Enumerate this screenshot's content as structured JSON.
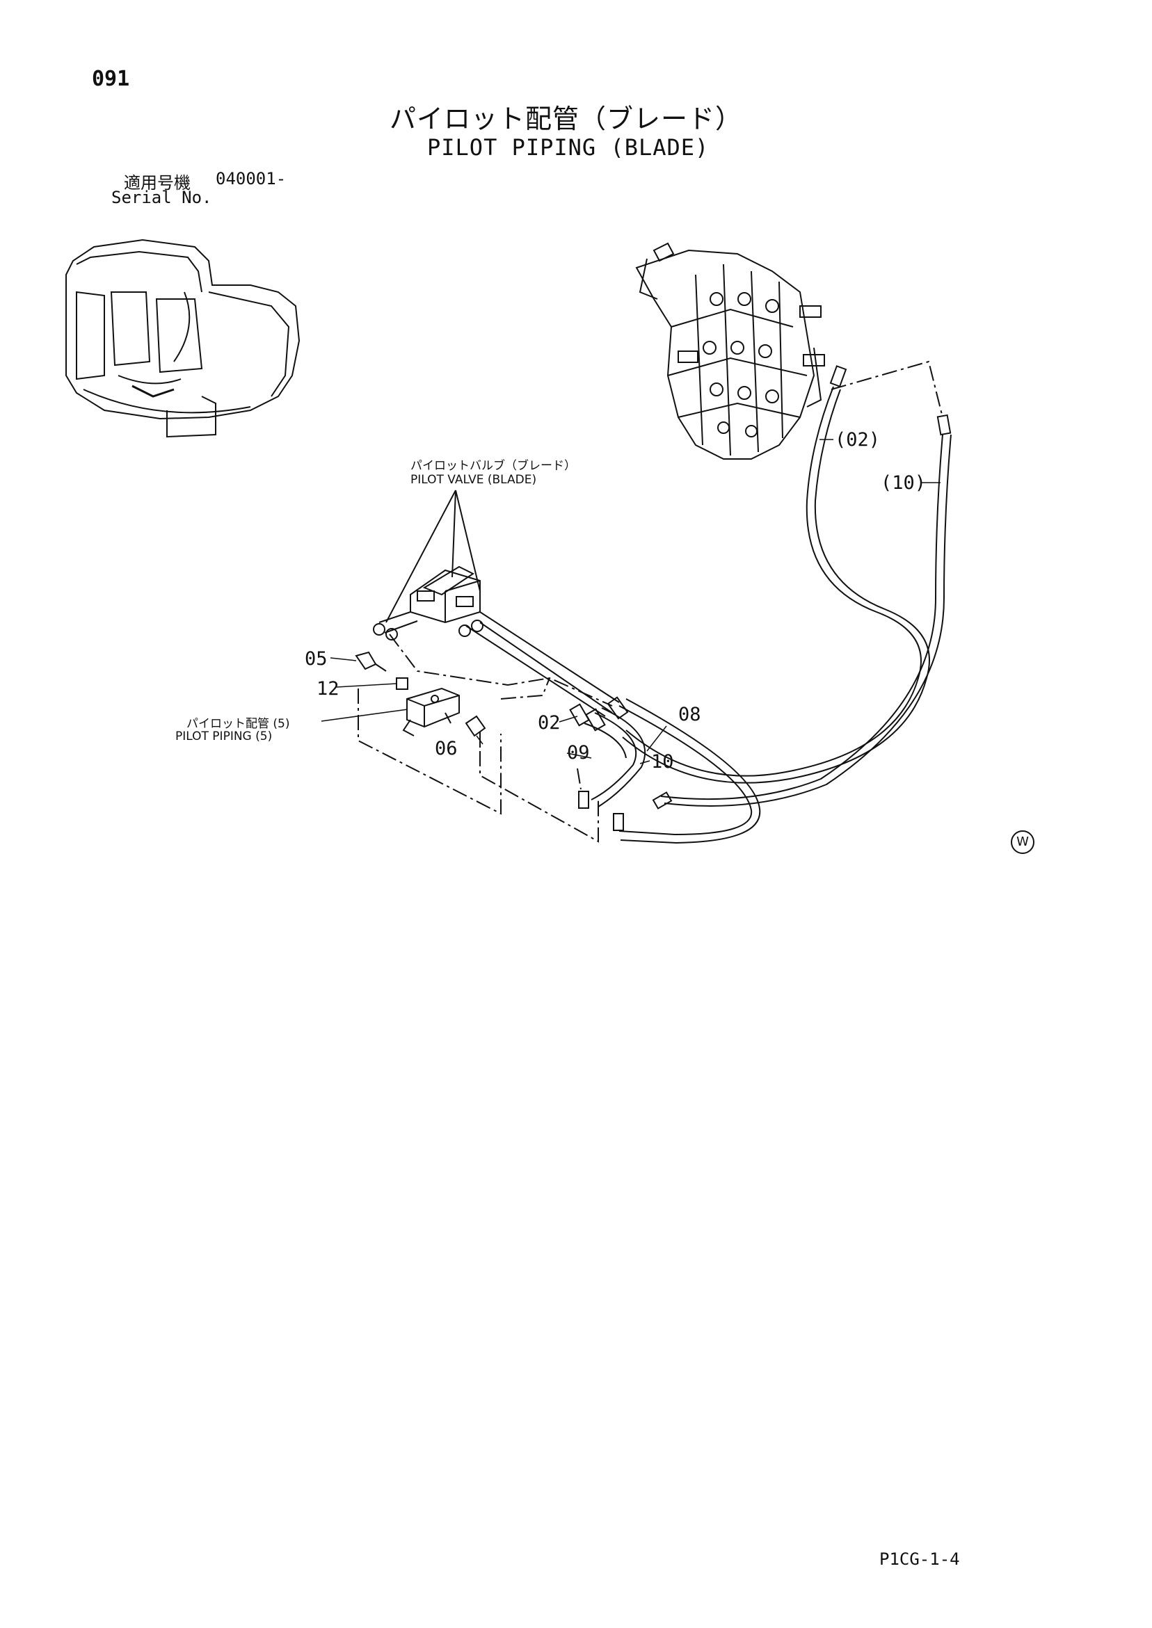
{
  "page_number": "091",
  "title_japanese": "パイロット配管（ブレード）",
  "title_english": "PILOT PIPING (BLADE)",
  "serial": {
    "label_japanese": "適用号機",
    "value": "040001-",
    "label_english": "Serial No."
  },
  "callouts": {
    "pilot_valve_ja": "パイロットバルブ（ブレード）",
    "pilot_valve_en": "PILOT VALVE (BLADE)",
    "pilot_piping_ja": "パイロット配管 (5)",
    "pilot_piping_en": "PILOT PIPING (5)",
    "c02_paren": "(02)",
    "c10_paren": "(10)",
    "c05": "05",
    "c12": "12",
    "c02": "02",
    "c06": "06",
    "c08": "08",
    "c09": "09",
    "c10": "10"
  },
  "mark_w": "W",
  "footer_code": "P1CG-1-4"
}
